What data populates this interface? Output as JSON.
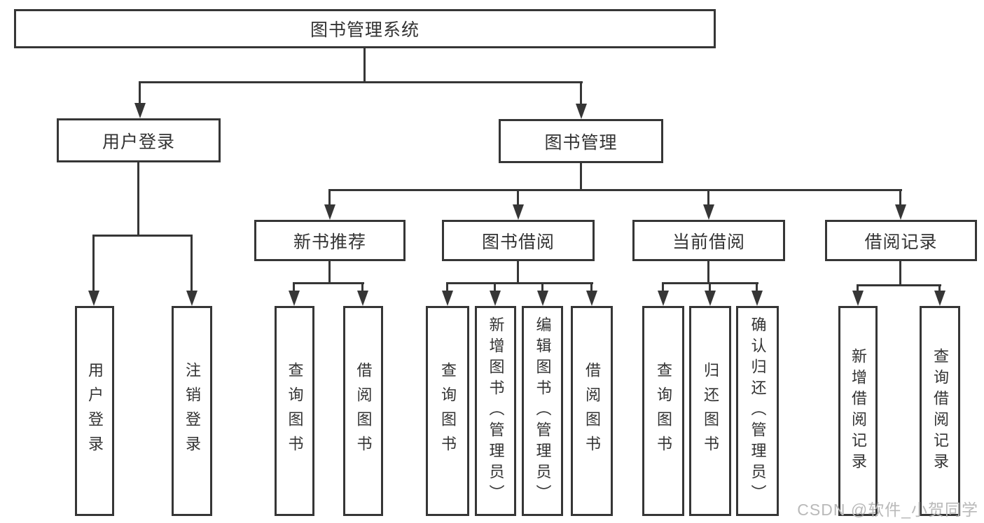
{
  "tree": {
    "root": {
      "label": "图书管理系统"
    },
    "branches": [
      {
        "label": "用户登录",
        "children": [
          {
            "label": "用户登录"
          },
          {
            "label": "注销登录"
          }
        ]
      },
      {
        "label": "图书管理",
        "children": [
          {
            "label": "新书推荐",
            "children": [
              {
                "label": "查询图书"
              },
              {
                "label": "借阅图书"
              }
            ]
          },
          {
            "label": "图书借阅",
            "children": [
              {
                "label": "查询图书"
              },
              {
                "label": "新增图书（管理员）"
              },
              {
                "label": "编辑图书（管理员）"
              },
              {
                "label": "借阅图书"
              }
            ]
          },
          {
            "label": "当前借阅",
            "children": [
              {
                "label": "查询图书"
              },
              {
                "label": "归还图书"
              },
              {
                "label": "确认归还（管理员）"
              }
            ]
          },
          {
            "label": "借阅记录",
            "children": [
              {
                "label": "新增借阅记录"
              },
              {
                "label": "查询借阅记录"
              }
            ]
          }
        ]
      }
    ]
  },
  "watermark": {
    "text": "CSDN @软件_小贺同学"
  },
  "colors": {
    "line": "#363636",
    "text": "#333333",
    "background": "#ffffff",
    "watermark": "#b9b9b9"
  }
}
